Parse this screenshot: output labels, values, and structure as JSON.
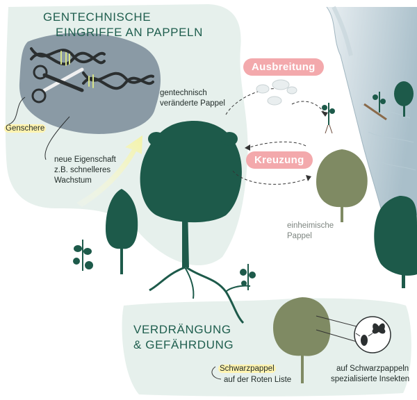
{
  "panel_top": {
    "title_line1": "GENTECHNISCHE",
    "title_line2": "EINGRIFFE AN PAPPELN"
  },
  "labels": {
    "genschere": "Genschere",
    "neue_eigenschaft_l1": "neue Eigenschaft",
    "neue_eigenschaft_l2": "z.B. schnelleres",
    "neue_eigenschaft_l3": "Wachstum",
    "gentech_pappel_l1": "gentechnisch",
    "gentech_pappel_l2": "veränderte Pappel",
    "einheimische_l1": "einheimische",
    "einheimische_l2": "Pappel",
    "schwarzpappel": "Schwarzpappel",
    "rote_liste": "auf der Roten Liste",
    "insekten_l1": "auf Schwarzpappeln",
    "insekten_l2": "spezialisierte Insekten"
  },
  "pills": {
    "ausbreitung": "Ausbreitung",
    "kreuzung": "Kreuzung"
  },
  "panel_bottom": {
    "title_line1": "VERDRÄNGUNG",
    "title_line2": "& GEFÄHRDUNG"
  },
  "colors": {
    "panel": "#e6f0ec",
    "dark_tree": "#1d5a4a",
    "olive_tree": "#7f8a63",
    "title": "#1f5e4e",
    "pill": "#f3a9ac",
    "river": "#c9d8e0",
    "dna_blob": "#8a9aa5"
  }
}
